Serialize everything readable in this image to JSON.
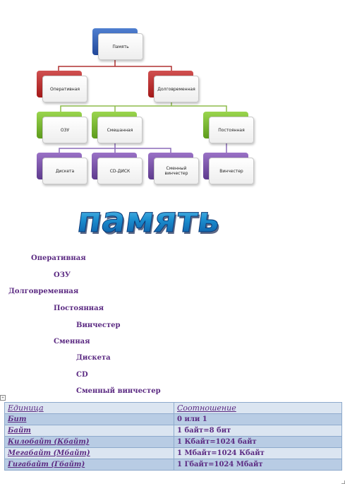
{
  "diagram": {
    "root": "Память",
    "level1": [
      "Оперативная",
      "Долговременная"
    ],
    "level2": [
      "ОЗУ",
      "Смешанная",
      "Постоянная"
    ],
    "level3": [
      "Дискета",
      "CD-ДИСК",
      "Сменный винчестер",
      "Винчестер"
    ]
  },
  "wordart": {
    "text": "память"
  },
  "outline": [
    "Оперативная",
    "ОЗУ",
    "Долговременная",
    "Постоянная",
    "Винчестер",
    "Сменная",
    "Дискета",
    "CD",
    "Сменный винчестер"
  ],
  "table": {
    "headers": [
      "Единица",
      "Соотношение"
    ],
    "rows": [
      [
        "Бит",
        "0 или 1"
      ],
      [
        "Байт",
        "1 байт=8 бит"
      ],
      [
        "Килобайт (Кбайт)",
        "1 Кбайт=1024 байт"
      ],
      [
        "Мегабайт (Мбайт)",
        "1 Мбайт=1024 Кбайт"
      ],
      [
        "Гигабайт (Гбайт)",
        "1 Гбайт=1024 Мбайт"
      ]
    ]
  },
  "colors": {
    "root": "#2f5fb3",
    "level1": "#c0302e",
    "level2": "#7ab73a",
    "level3": "#7a52a8",
    "text_purple": "#5b2a82"
  }
}
